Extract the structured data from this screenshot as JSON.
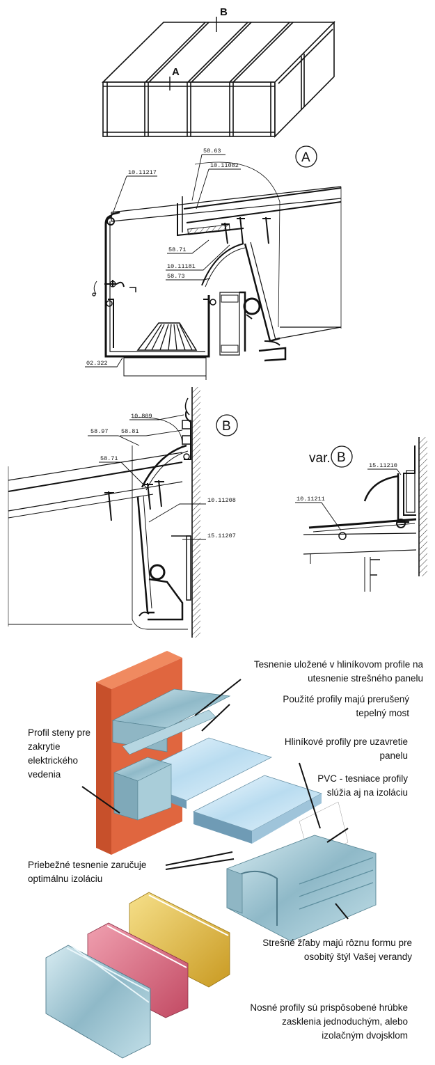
{
  "overview": {
    "label_a": "A",
    "label_b": "B"
  },
  "detail_a": {
    "marker": "A",
    "codes": [
      "10.11217",
      "58.63",
      "10.11082",
      "58.71",
      "10.11181",
      "58.73",
      "02.322"
    ]
  },
  "detail_b": {
    "marker": "B",
    "codes": [
      "10.809",
      "58.97",
      "58.81",
      "58.71",
      "10.11208",
      "15.11207"
    ]
  },
  "detail_var_b": {
    "prefix": "var.",
    "marker": "B",
    "codes": [
      "15.11210",
      "10.11211"
    ]
  },
  "annotations": {
    "seal": "Tesnenie uložené v hliníkovom profile na utesnenie strešného panelu",
    "thermal": "Použité profily majú prerušený tepelný most",
    "wall": "Profil steny pre zakrytie elektrického vedenia",
    "closing": "Hliníkové profily pre uzavretie panelu",
    "pvc": "PVC - tesniace profily slúžia aj na izoláciu",
    "continuous": "Priebežné tesnenie zaručuje optimálnu izoláciu",
    "gutter": "Strešné žľaby majú rôznu formu pre osobitý štýl Vašej verandy",
    "bearing": "Nosné profily sú prispôsobené hrúbke zasklenia jednoduchým, alebo izolačným dvojsklom"
  },
  "colors": {
    "wall_brick": "#e0663f",
    "aluminium": "#a9cdd9",
    "panel": "#c9e4f3",
    "profile_red": "#d9667d",
    "profile_gold": "#e6c24a"
  }
}
